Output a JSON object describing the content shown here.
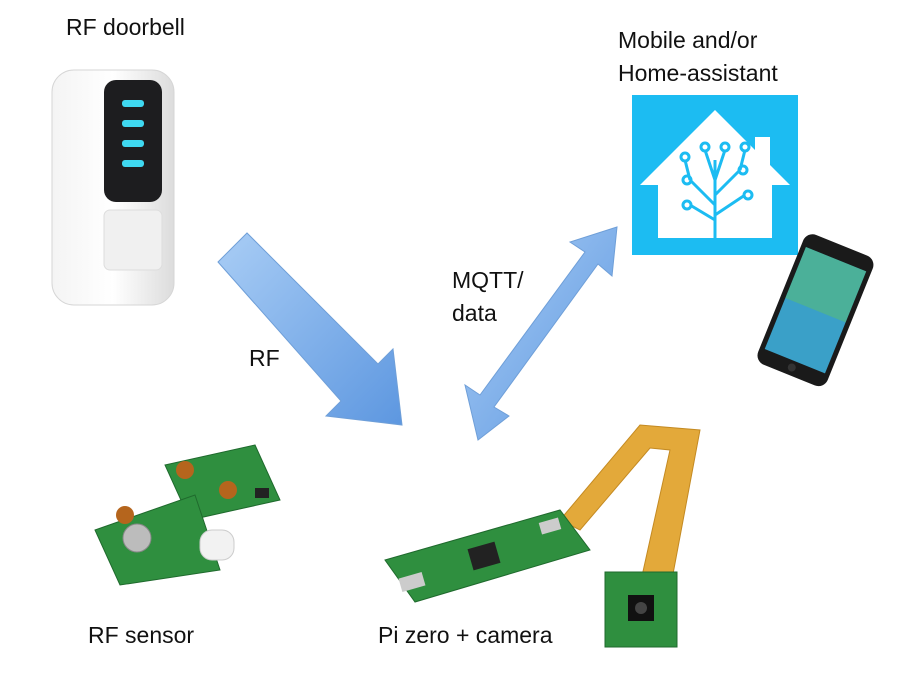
{
  "labels": {
    "rf_doorbell": "RF doorbell",
    "mobile_line1": "Mobile and/or",
    "mobile_line2": "Home-assistant",
    "rf": "RF",
    "mqtt_line1": "MQTT/",
    "mqtt_line2": "data",
    "rf_sensor": "RF sensor",
    "pi_zero": "Pi zero + camera"
  },
  "colors": {
    "arrow": "#7fb0ea",
    "home_assistant": "#1cbcf2",
    "doorbell_led": "#3fd8f0",
    "pcb_green": "#2e8b3e",
    "ribbon": "#e3a93a"
  }
}
